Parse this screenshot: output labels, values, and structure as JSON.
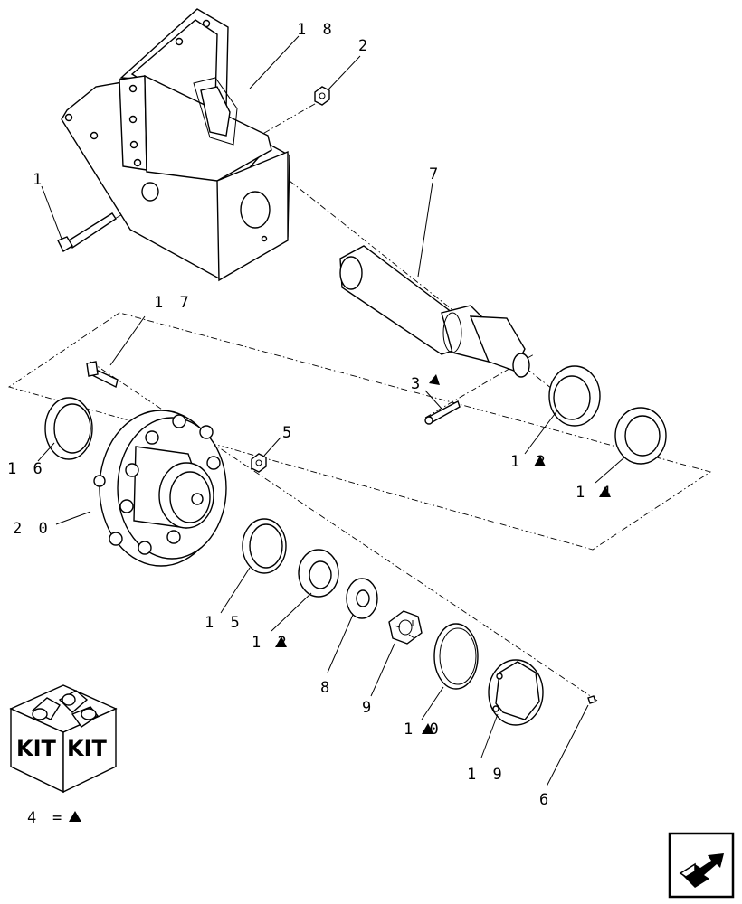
{
  "diagram": {
    "callouts": {
      "c1": "1",
      "c2": "2",
      "c3": "3",
      "c5": "5",
      "c6": "6",
      "c7": "7",
      "c8": "8",
      "c9": "9",
      "c10": "1 0",
      "c12a": "1 2",
      "c12b": "1 2",
      "c14": "1 4",
      "c15": "1 5",
      "c16": "1 6",
      "c17": "1 7",
      "c18": "1 8",
      "c19": "1 9",
      "c20": "2 0"
    },
    "legend": {
      "item": "4",
      "equals": "="
    },
    "kit_box": {
      "label_left": "KIT",
      "label_right": "KIT"
    },
    "nav": {
      "icon": "next-page-arrow-icon"
    }
  }
}
